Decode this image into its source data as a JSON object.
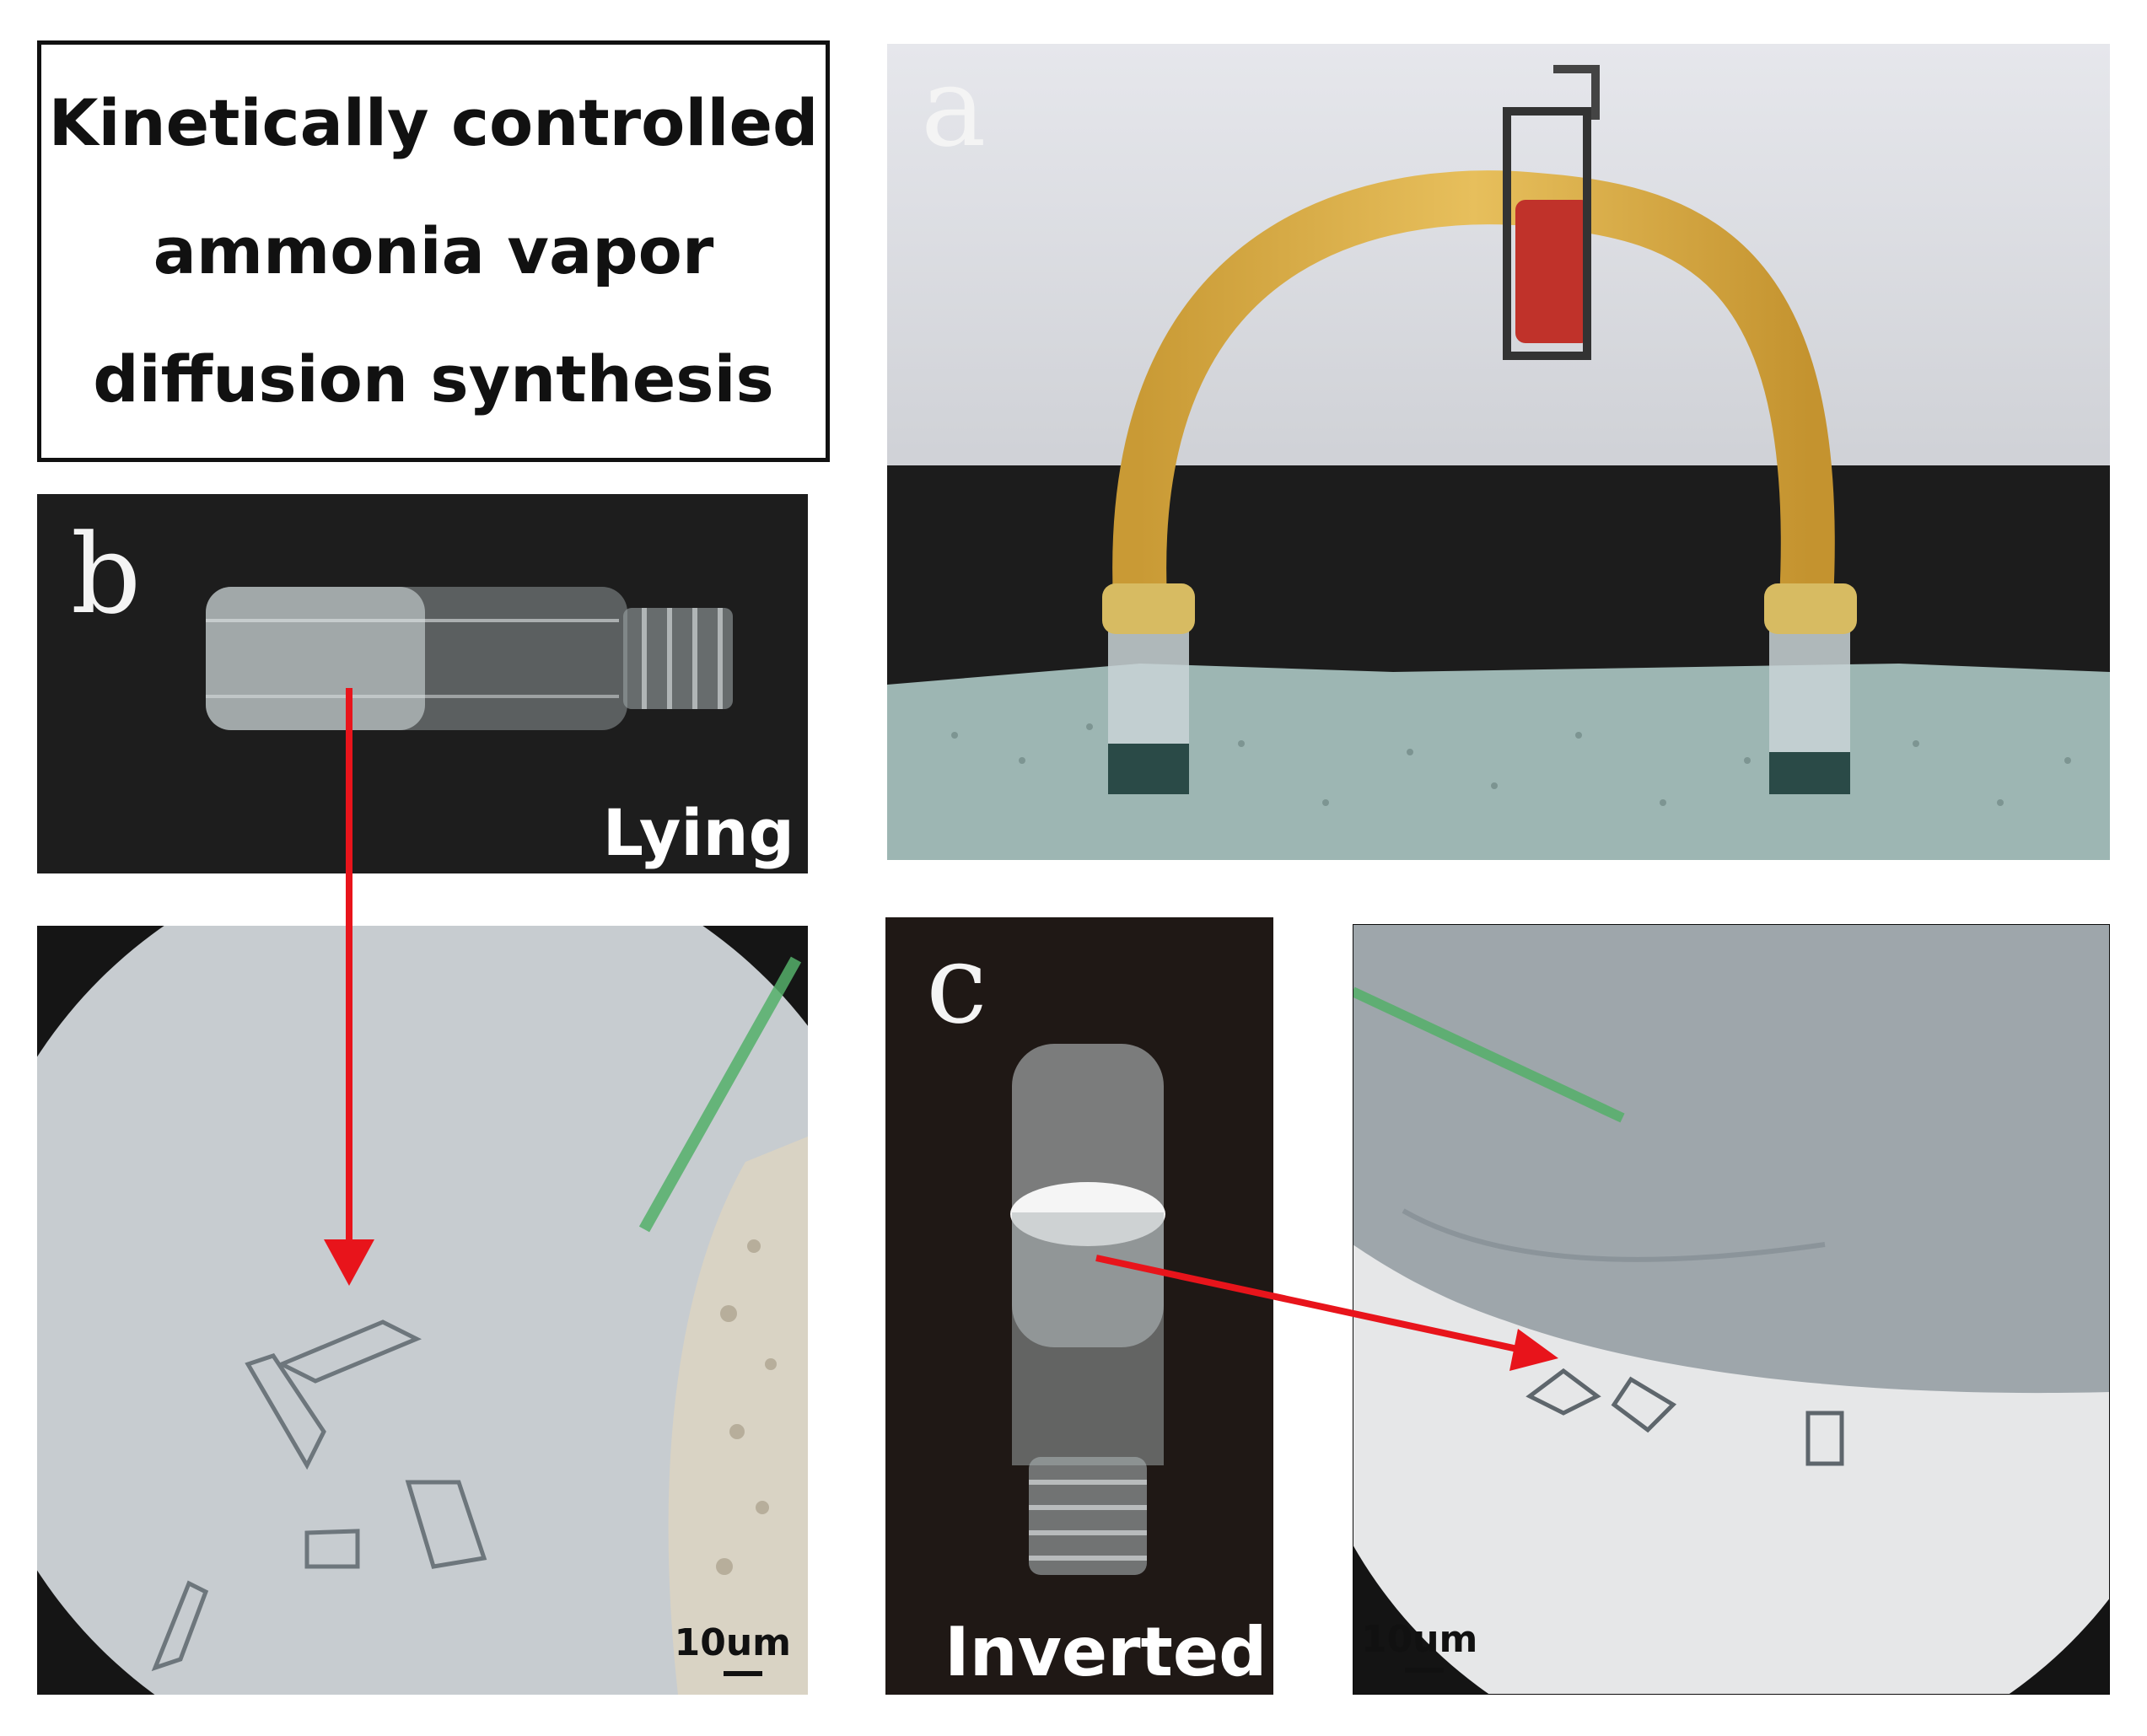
{
  "title": {
    "lines": [
      "Kinetically controlled",
      "ammonia vapor",
      "diffusion synthesis"
    ]
  },
  "panels": {
    "a": {
      "letter": "a"
    },
    "b": {
      "letter": "b",
      "caption": "Lying"
    },
    "b_micro": {
      "scale": "10um"
    },
    "c": {
      "letter": "c",
      "caption": "Inverted"
    },
    "c_micro": {
      "scale": "10um"
    }
  },
  "colors": {
    "arrow": "#e8141b",
    "tube": "#d9b04a",
    "paper": "#9fb8b5",
    "bench": "#1b1b1b",
    "wall": "#dcdde2"
  }
}
